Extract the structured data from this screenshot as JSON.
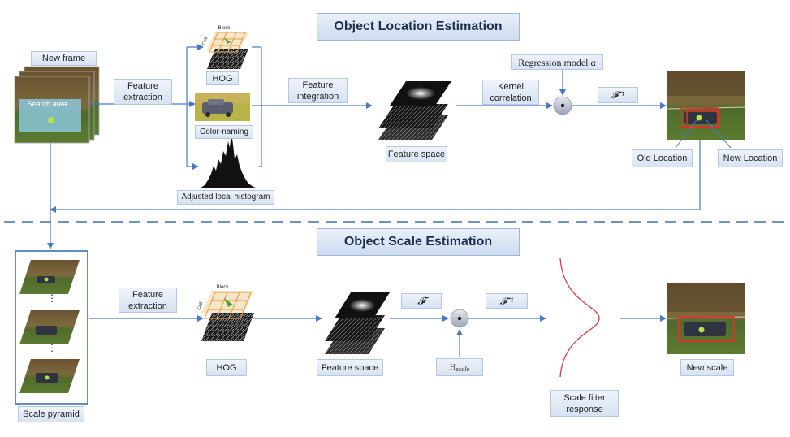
{
  "titles": {
    "location": "Object Location Estimation",
    "scale": "Object Scale Estimation"
  },
  "top": {
    "new_frame": "New frame",
    "search_area": "Search area",
    "feature_extraction": "Feature\nextraction",
    "hog": "HOG",
    "color_naming": "Color-naming",
    "adjusted_local_histogram": "Adjusted local histogram",
    "feature_integration": "Feature\nintegration",
    "feature_space": "Feature space",
    "kernel_correlation": "Kernel\ncorrelation",
    "regression_model": "Regression model α",
    "inverse_fourier": "𝓕⁻¹",
    "old_location": "Old Location",
    "new_location": "New Location",
    "hog_block_label": "Block",
    "hog_cell_label": "Cell"
  },
  "bottom": {
    "scale_pyramid": "Scale pyramid",
    "feature_extraction": "Feature\nextraction",
    "hog": "HOG",
    "hog_block_label": "Block",
    "hog_cell_label": "Cell",
    "feature_space": "Feature space",
    "fourier": "𝓕",
    "inverse_fourier": "𝓕⁻¹",
    "h_scale": "H",
    "h_scale_sub": "scale",
    "scale_filter_response": "Scale filter\nresponse",
    "new_scale": "New scale",
    "pyramid_dots": "⋮"
  },
  "colors": {
    "arrow": "#4a78c4",
    "title_text": "#1d2f4a",
    "box_fill": "#dbe5f3",
    "dashed_separator": "#3f6fb5",
    "bbox_red": "#e0322b",
    "response_curve": "#d93a3a"
  }
}
